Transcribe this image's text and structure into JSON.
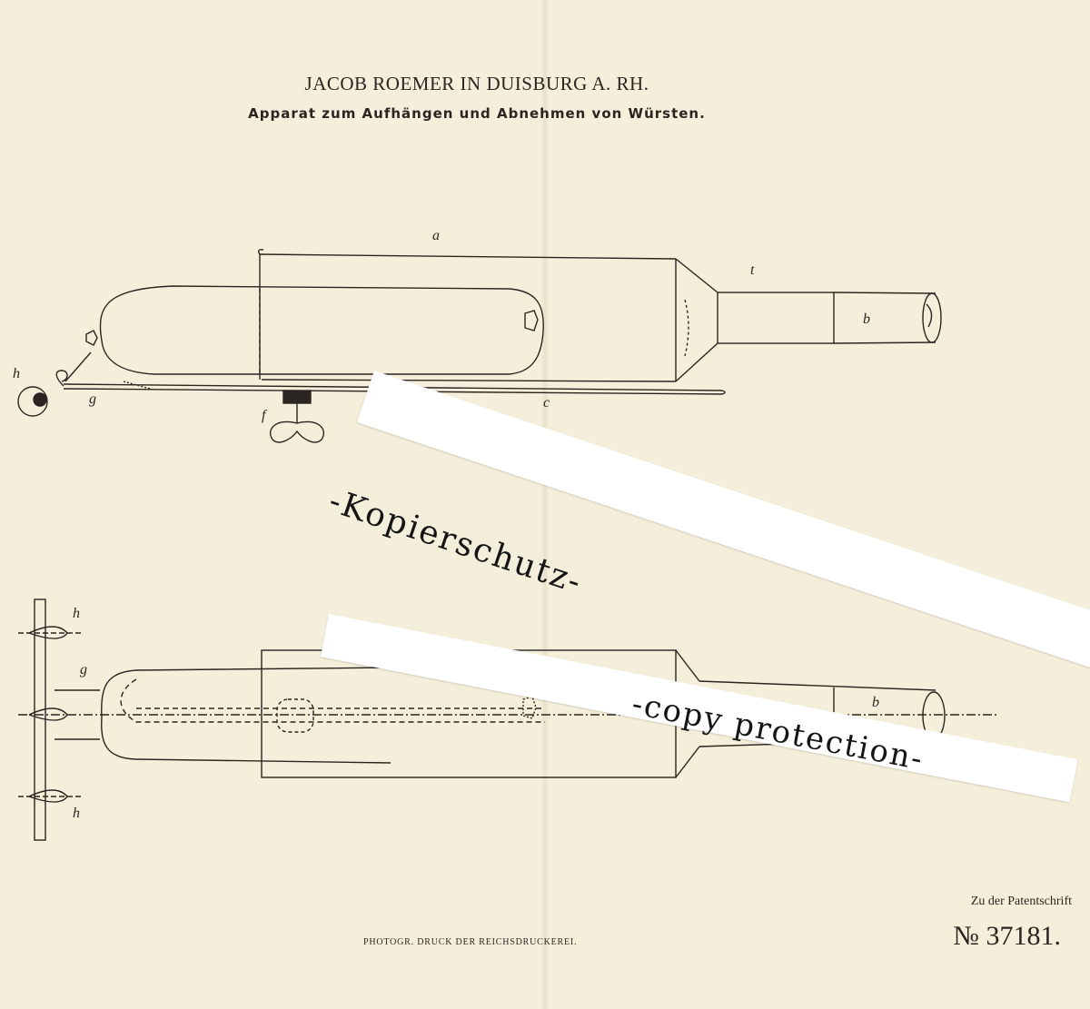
{
  "header": {
    "inventor": "JACOB ROEMER IN DUISBURG A. RH.",
    "title": "Apparat zum Aufhängen und Abnehmen von Würsten."
  },
  "figure_labels": {
    "a": "a",
    "b": "b",
    "c": "c",
    "f": "f",
    "g": "g",
    "h": "h",
    "t": "t"
  },
  "watermark": {
    "line1": "-Kopierschutz-",
    "line2": "-copy protection-"
  },
  "footer": {
    "printer": "PHOTOGR. DRUCK DER REICHSDRUCKEREI.",
    "patent_ref": "Zu der Patentschrift",
    "patent_number": "№ 37181."
  }
}
